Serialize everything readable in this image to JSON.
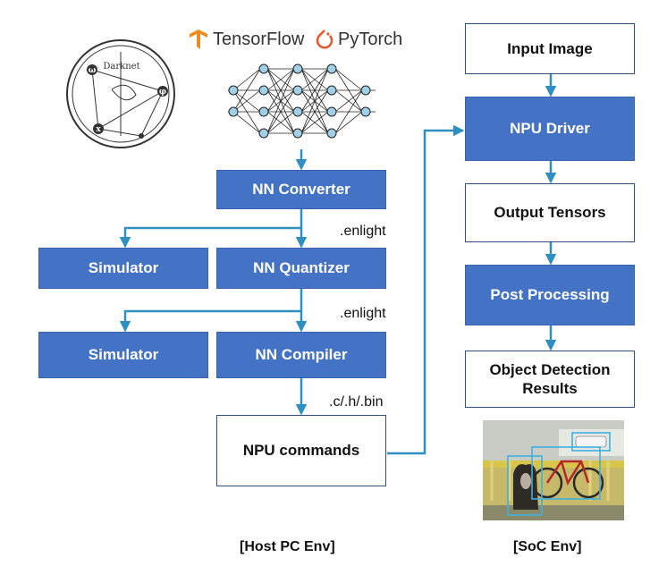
{
  "frameworks": {
    "darknet": "Darknet",
    "tensorflow": "TensorFlow",
    "pytorch": "PyTorch"
  },
  "host": {
    "nn_converter": "NN Converter",
    "nn_quantizer": "NN Quantizer",
    "nn_compiler": "NN Compiler",
    "simulator_1": "Simulator",
    "simulator_2": "Simulator",
    "npu_commands": "NPU commands",
    "ext_1": ".enlight",
    "ext_2": ".enlight",
    "ext_3": ".c/.h/.bin",
    "env_label": "[Host PC Env]"
  },
  "soc": {
    "input_image": "Input Image",
    "npu_driver": "NPU Driver",
    "output_tensors": "Output Tensors",
    "post_processing": "Post Processing",
    "results_line1": "Object Detection",
    "results_line2": "Results",
    "env_label": "[SoC Env]"
  },
  "colors": {
    "box_blue": "#4472c4",
    "arrow": "#2e8fc0",
    "tf_orange": "#f08a1c",
    "pytorch_red": "#e4572e"
  }
}
